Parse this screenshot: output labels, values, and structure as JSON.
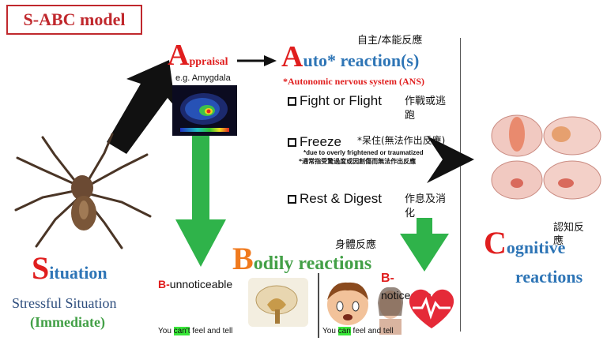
{
  "title": "S-ABC model",
  "appraisal": {
    "initial": "A",
    "rest": "ppraisal",
    "example": "e.g. Amygdala"
  },
  "auto": {
    "initial": "A",
    "rest": "uto* reaction(s)",
    "cn": "自主/本能反應",
    "ans_note": "*Autonomic nervous system (ANS)"
  },
  "reactions": [
    {
      "label": "Fight or Flight",
      "cn": "作戰或逃跑"
    },
    {
      "label": "Freeze",
      "cn": "*呆住(無法作出反應)",
      "note_en": "*due to overly frightened or traumatized",
      "note_cn": "*通常指受驚過度或因創傷而無法作出反應"
    },
    {
      "label": "Rest & Digest",
      "cn": "作息及消化"
    }
  ],
  "situation": {
    "initial": "S",
    "rest": "ituation",
    "line1": "Stressful Situation",
    "line2": "(Immediate)"
  },
  "bodily": {
    "initial": "B",
    "rest": "odily reactions",
    "cn": "身體反應"
  },
  "cognitive": {
    "initial": "C",
    "rest": "ognitive",
    "line2": "reactions",
    "cn": "認知反應"
  },
  "b_unnoticeable": {
    "prefix": "B-",
    "text": "unnoticeable"
  },
  "b_noticeable": {
    "prefix": "B-",
    "text": "noticeable"
  },
  "you_cant": {
    "pre": "You ",
    "hl": "can't",
    "post": " feel and tell"
  },
  "you_can": {
    "pre": "You ",
    "hl": "can",
    "post": " feel and tell"
  },
  "colors": {
    "red": "#e01e1e",
    "blue": "#2e75b6",
    "green": "#2fb34a",
    "black": "#111111"
  }
}
